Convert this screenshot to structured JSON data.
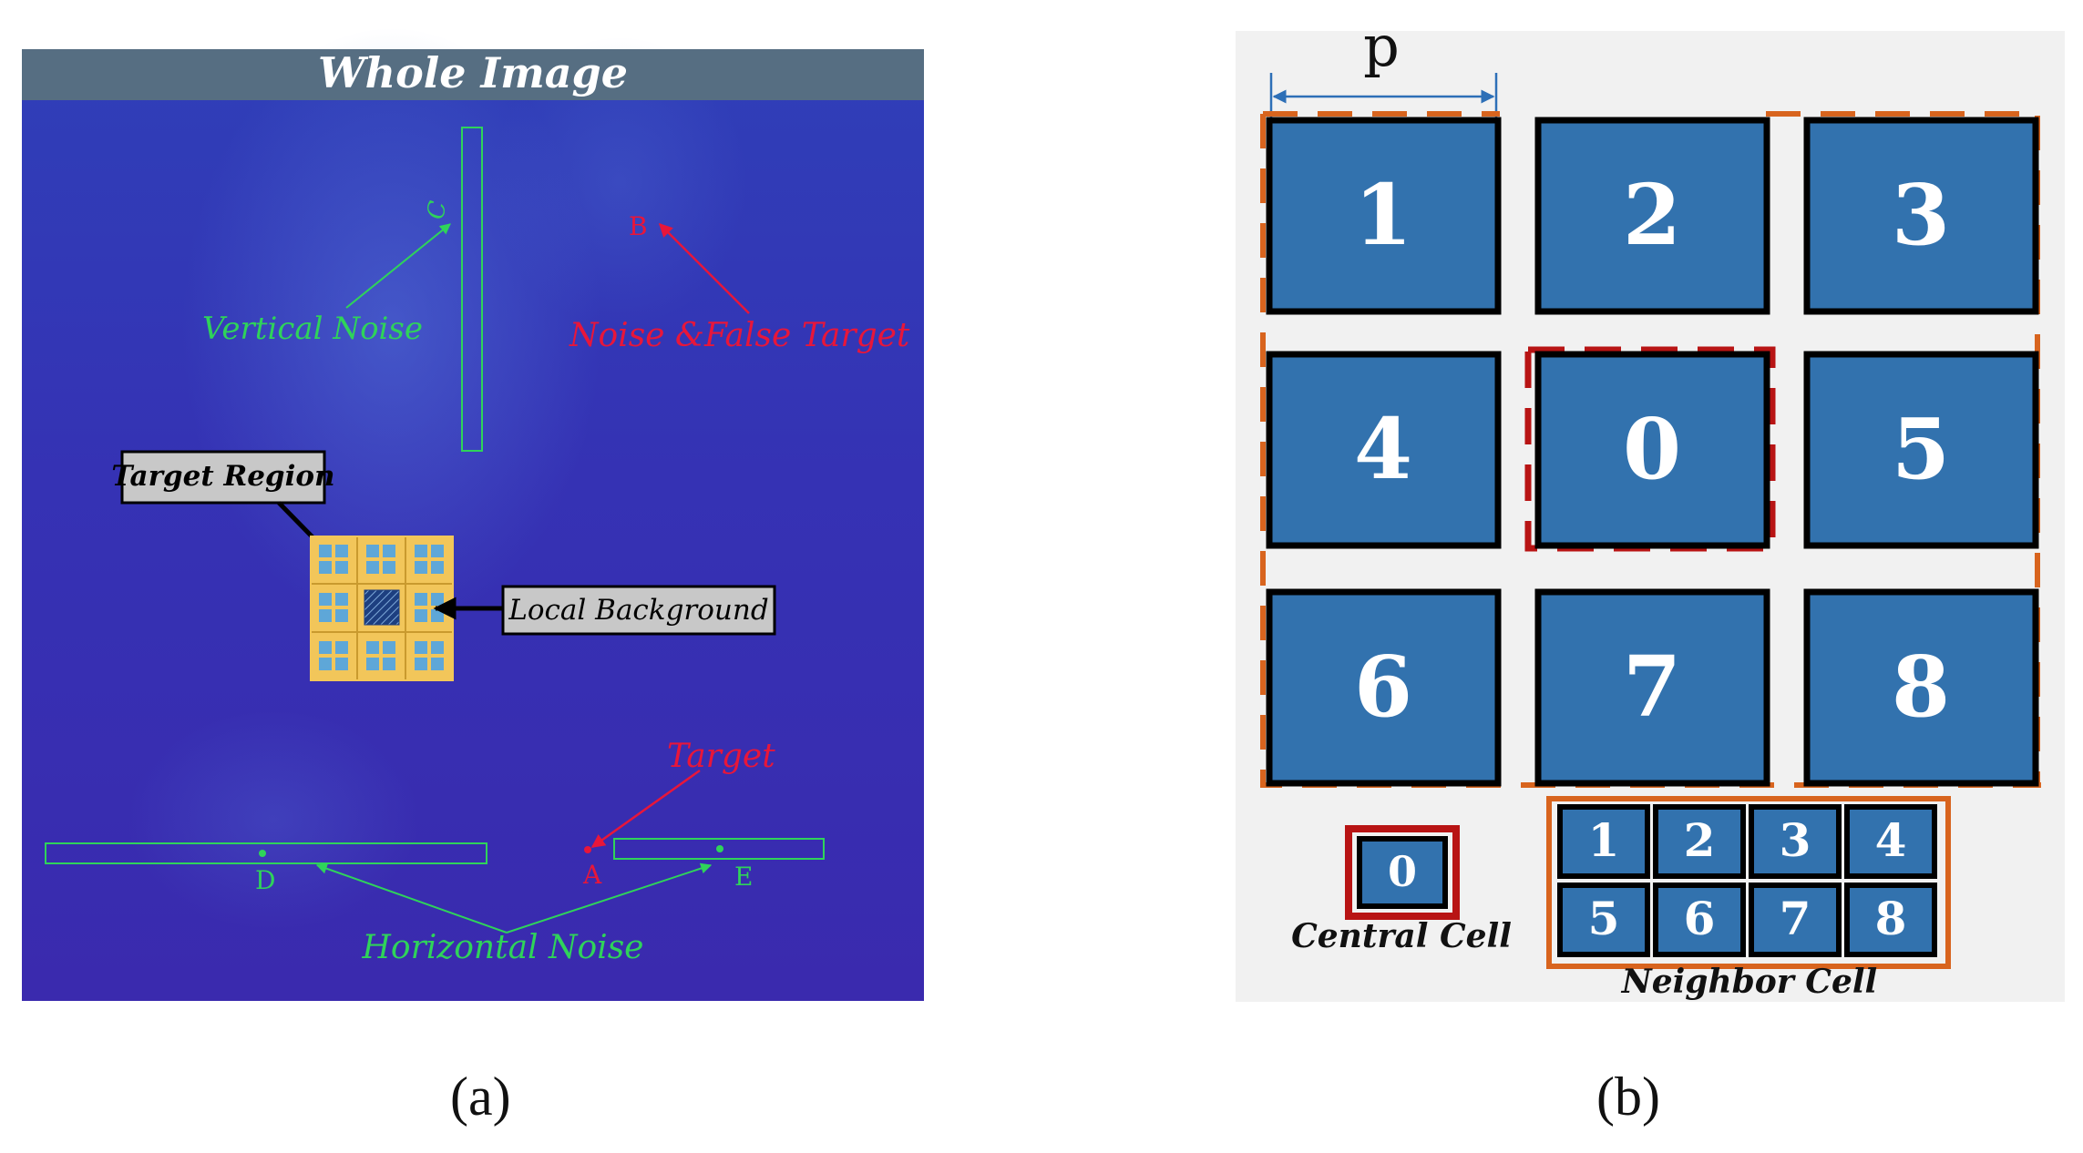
{
  "panel_a": {
    "header_title": "Whole Image",
    "labels": {
      "vertical_noise": "Vertical Noise",
      "noise_false_target": "Noise &False Target",
      "target_region": "Target Region",
      "local_background": "Local Background",
      "target": "Target",
      "horizontal_noise": "Horizontal Noise",
      "point_a": "A",
      "point_b": "B",
      "point_c": "C",
      "point_d": "D",
      "point_e": "E"
    },
    "caption": "(a)"
  },
  "panel_b": {
    "dimension_label": "p",
    "grid_cells": [
      "1",
      "2",
      "3",
      "4",
      "0",
      "5",
      "6",
      "7",
      "8"
    ],
    "central_cell_number": "0",
    "central_cell_label": "Central Cell",
    "neighbor_cells": [
      "1",
      "2",
      "3",
      "4",
      "5",
      "6",
      "7",
      "8"
    ],
    "neighbor_cell_label": "Neighbor Cell",
    "caption": "(b)"
  },
  "colors": {
    "image_blue": "#3a2fb0",
    "header_gray": "#566e82",
    "noise_green": "#2fd35a",
    "target_red": "#e8163a",
    "cell_blue": "#3272ae",
    "dash_orange": "#d8641e",
    "dash_red": "#b81414",
    "target_region_yellow": "#f2c65a"
  }
}
